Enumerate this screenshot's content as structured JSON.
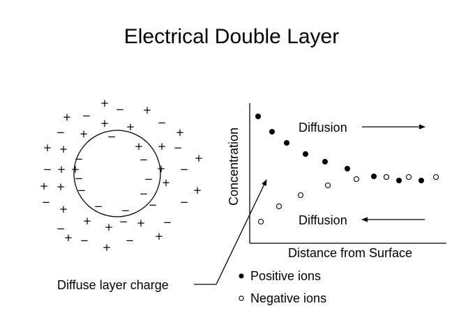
{
  "title": "Electrical Double Layer",
  "particle": {
    "plus_sign": "+",
    "minus_sign": "−"
  },
  "graph": {
    "ylabel": "Concentration",
    "xlabel": "Distance from Surface",
    "diffusion_top": "Diffusion",
    "diffusion_bottom": "Diffusion"
  },
  "legend": {
    "positive": "Positive ions",
    "negative": "Negative ions"
  },
  "annotation": "Diffuse layer charge"
}
